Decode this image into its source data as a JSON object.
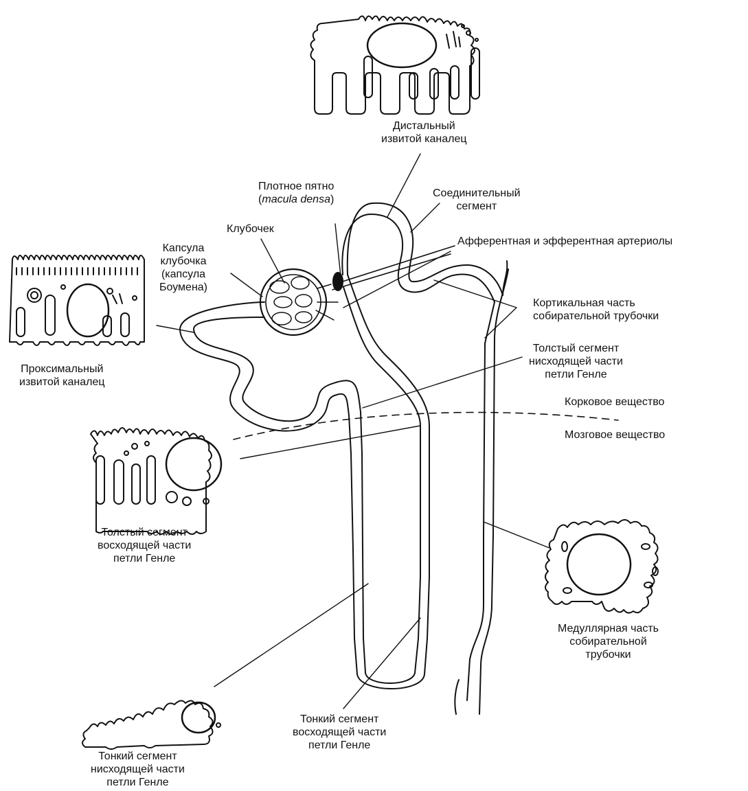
{
  "labels": {
    "distal_tubule": [
      "Дистальный",
      "извитой каналец"
    ],
    "macula_densa": [
      "Плотное пятно",
      "(",
      "macula densa",
      ")"
    ],
    "connecting_segment": [
      "Соединительный",
      "сегмент"
    ],
    "glomerulus": "Клубочек",
    "bowman_capsule": [
      "Капсула",
      "клубочка",
      "(капсула",
      "Боумена)"
    ],
    "arterioles": "Афферентная и эфферентная артериолы",
    "cortical_collecting_duct": [
      "Кортикальная часть",
      "собирательной трубочки"
    ],
    "proximal_tubule": [
      "Проксимальный",
      "извитой каналец"
    ],
    "thick_descending": [
      "Толстый сегмент",
      "нисходящей части",
      "петли Генле"
    ],
    "cortex": "Корковое вещество",
    "medulla": "Мозговое вещество",
    "thick_ascending": [
      "Толстый сегмент",
      "восходящей части",
      "петли Генле"
    ],
    "medullary_collecting_duct": [
      "Медуллярная часть",
      "собирательной",
      "трубочки"
    ],
    "thin_ascending": [
      "Тонкий сегмент",
      "восходящей части",
      "петли Генле"
    ],
    "thin_descending": [
      "Тонкий сегмент",
      "нисходящей части",
      "петли Генле"
    ]
  },
  "colors": {
    "ink": "#111111",
    "background": "#ffffff"
  }
}
